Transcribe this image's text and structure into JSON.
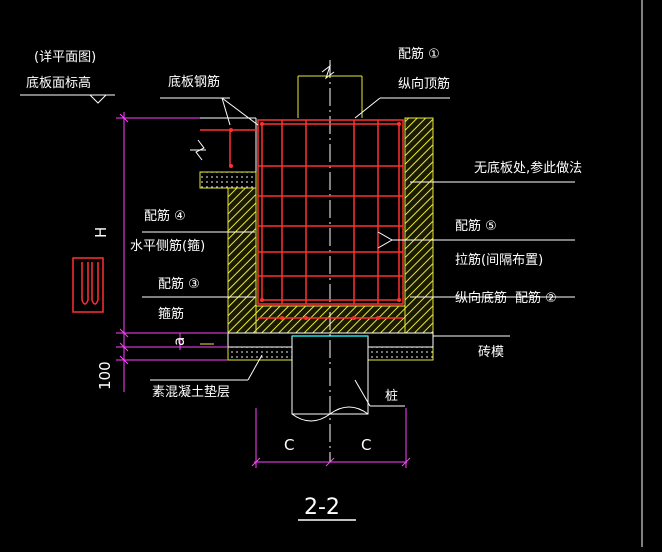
{
  "colors": {
    "background": "#000000",
    "line": "#ffffff",
    "rebar": "#ff3030",
    "concrete_fill": "#e8e83c",
    "dim_line": "#ff40ff",
    "cyan": "#20e0e0"
  },
  "labels": {
    "detail_ref": "(详平面图)",
    "bottom_elevation": "底板面标高",
    "slab_rebar": "底板钢筋",
    "rebar1_title": "配筋 ①",
    "rebar1_name": "纵向顶筋",
    "no_slab_note": "无底板处,参此做法",
    "rebar4_title": "配筋 ④",
    "rebar4_name": "水平侧筋(箍)",
    "rebar5_title": "配筋 ⑤",
    "rebar5_name": "拉筋(间隔布置)",
    "rebar3_title": "配筋 ③",
    "rebar3_name": "箍筋",
    "rebar2_name": "纵向底筋",
    "rebar2_title": "配筋 ②",
    "brick_form": "砖模",
    "cushion": "素混凝土垫层",
    "pile": "桩",
    "dim_h": "H",
    "dim_a": "a",
    "dim_100": "100",
    "dim_c_left": "C",
    "dim_c_right": "C",
    "section_title": "2-2"
  }
}
